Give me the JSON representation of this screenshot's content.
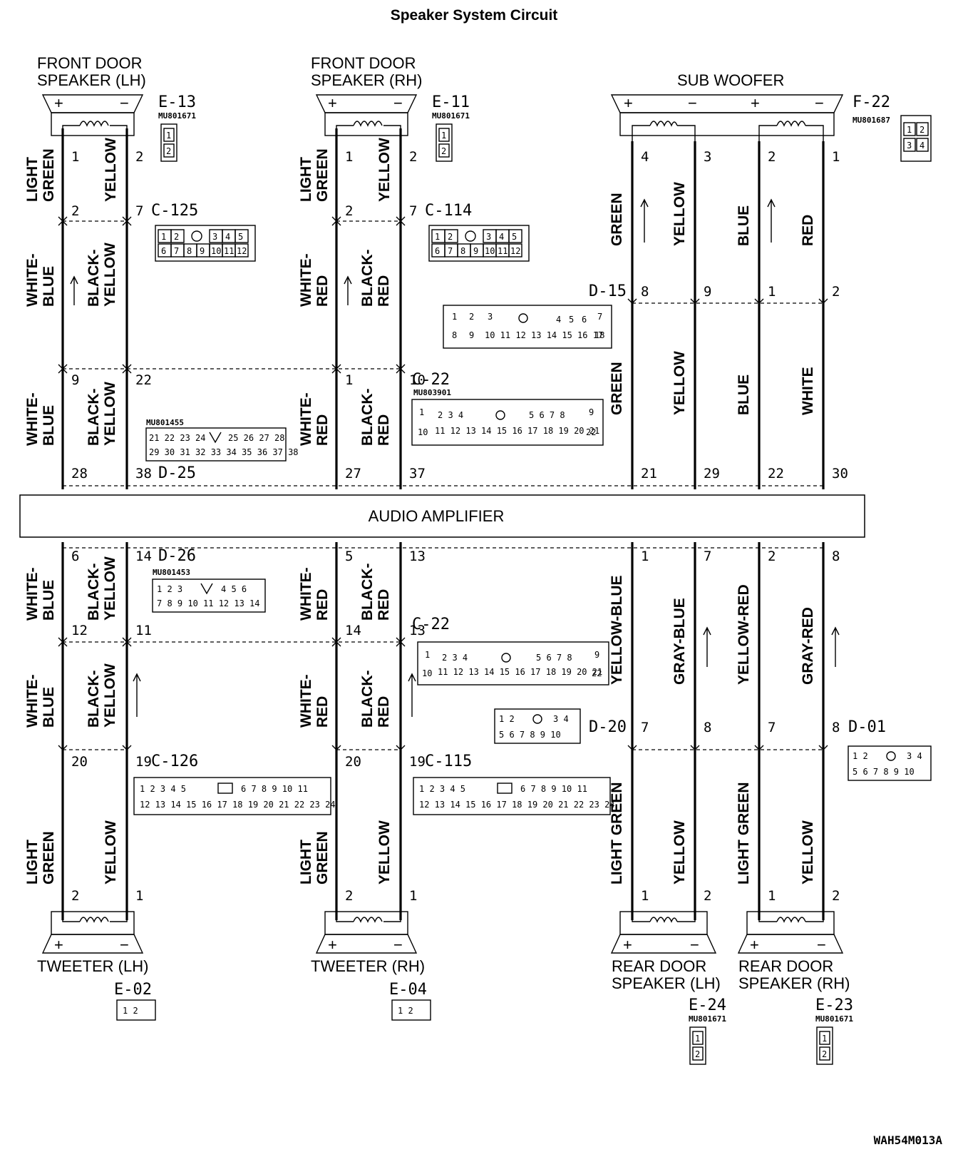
{
  "title": "Speaker System Circuit",
  "figure_code": "WAH54M013A",
  "amplifier": "AUDIO AMPLIFIER",
  "components": {
    "fd_lh": {
      "line1": "FRONT DOOR",
      "line2": "SPEAKER (LH)",
      "conn": "E-13",
      "part": "MU801671"
    },
    "fd_rh": {
      "line1": "FRONT DOOR",
      "line2": "SPEAKER (RH)",
      "conn": "E-11",
      "part": "MU801671"
    },
    "sub": {
      "line1": "SUB WOOFER",
      "conn": "F-22",
      "part": "MU801687"
    },
    "tw_lh": {
      "line1": "TWEETER (LH)",
      "conn": "E-02"
    },
    "tw_rh": {
      "line1": "TWEETER (RH)",
      "conn": "E-04"
    },
    "rd_lh": {
      "line1": "REAR DOOR",
      "line2": "SPEAKER (LH)",
      "conn": "E-24",
      "part": "MU801671"
    },
    "rd_rh": {
      "line1": "REAR DOOR",
      "line2": "SPEAKER (RH)",
      "conn": "E-23",
      "part": "MU801671"
    }
  },
  "connectors": {
    "c125": "C-125",
    "c114": "C-114",
    "d15": "D-15",
    "c22": "C-22",
    "c22_part": "MU803901",
    "d25": "D-25",
    "d25_part": "MU801455",
    "d26": "D-26",
    "d26_part": "MU801453",
    "d20": "D-20",
    "d01": "D-01",
    "c126": "C-126",
    "c115": "C-115"
  },
  "wires": {
    "light_green": [
      "LIGHT",
      "GREEN"
    ],
    "light_green_one": "LIGHT GREEN",
    "yellow": "YELLOW",
    "white_blue": [
      "WHITE-",
      "BLUE"
    ],
    "black_yellow": [
      "BLACK-",
      "YELLOW"
    ],
    "white_red": [
      "WHITE-",
      "RED"
    ],
    "black_red": [
      "BLACK-",
      "RED"
    ],
    "green": "GREEN",
    "blue": "BLUE",
    "red": "RED",
    "white": "WHITE",
    "yellow_blue": "YELLOW-BLUE",
    "gray_blue": "GRAY-BLUE",
    "yellow_red": "YELLOW-RED",
    "gray_red": "GRAY-RED"
  },
  "pins": {
    "fd_lh": [
      "1",
      "2"
    ],
    "c125": [
      "2",
      "7"
    ],
    "d25_lh": [
      "9",
      "22"
    ],
    "amp_lh_top": [
      "28",
      "38"
    ],
    "fd_rh": [
      "1",
      "2"
    ],
    "c114": [
      "2",
      "7"
    ],
    "c22_top": [
      "1",
      "10"
    ],
    "amp_rh_top": [
      "27",
      "37"
    ],
    "sub": [
      "4",
      "3",
      "2",
      "1"
    ],
    "d15": [
      "8",
      "9",
      "1",
      "2"
    ],
    "amp_sub": [
      "21",
      "29",
      "22",
      "30"
    ],
    "d26_lh": [
      "6",
      "14"
    ],
    "mid_lh": [
      "12",
      "11"
    ],
    "c126": [
      "20",
      "19"
    ],
    "tw_lh": [
      "2",
      "1"
    ],
    "d26_rh": [
      "5",
      "13"
    ],
    "mid_rh": [
      "14",
      "13"
    ],
    "c115": [
      "20",
      "19"
    ],
    "tw_rh": [
      "2",
      "1"
    ],
    "amp_rear": [
      "1",
      "7",
      "2",
      "8"
    ],
    "d20": [
      "7",
      "8"
    ],
    "d01": [
      "7",
      "8"
    ],
    "rd_lh": [
      "1",
      "2"
    ],
    "rd_rh": [
      "1",
      "2"
    ]
  },
  "terminals": {
    "plus": "+",
    "minus": "−"
  }
}
